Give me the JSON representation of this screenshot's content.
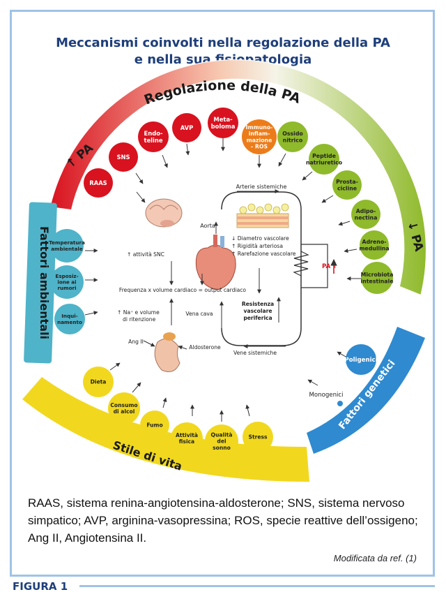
{
  "title": {
    "line1": "Meccanismi coinvolti nella regolazione della PA",
    "line2": "e nella sua fisiopatologia"
  },
  "rings": {
    "top": "Regolazione della PA",
    "left_arrow": "↑ PA",
    "right_arrow": "↓ PA",
    "left": "Fattori ambientali",
    "bottom": "Stile di vita",
    "right": "Fattori genetici"
  },
  "red_nodes": [
    {
      "lines": [
        "RAAS"
      ]
    },
    {
      "lines": [
        "SNS"
      ]
    },
    {
      "lines": [
        "Endo-",
        "teline"
      ]
    },
    {
      "lines": [
        "AVP"
      ]
    },
    {
      "lines": [
        "Meta-",
        "boloma"
      ]
    }
  ],
  "orange_node": {
    "lines": [
      "Immuno-",
      "inflam-",
      "mazione",
      "- ROS"
    ]
  },
  "green_nodes": [
    {
      "lines": [
        "Ossido",
        "nitrico"
      ]
    },
    {
      "lines": [
        "Peptide",
        "natriuretico"
      ]
    },
    {
      "lines": [
        "Prosta-",
        "cicline"
      ]
    },
    {
      "lines": [
        "Adipo-",
        "nectina"
      ]
    },
    {
      "lines": [
        "Adreno-",
        "medullina"
      ]
    },
    {
      "lines": [
        "Microbiota",
        "intestinale"
      ]
    }
  ],
  "env_nodes": [
    {
      "lines": [
        "Temperatura",
        "ambientale"
      ]
    },
    {
      "lines": [
        "Esposiz-",
        "ione ai",
        "rumori"
      ]
    },
    {
      "lines": [
        "Inqui-",
        "namento"
      ]
    }
  ],
  "life_nodes": [
    {
      "lines": [
        "Dieta"
      ]
    },
    {
      "lines": [
        "Consumo",
        "di alcol"
      ]
    },
    {
      "lines": [
        "Fumo"
      ]
    },
    {
      "lines": [
        "Attività",
        "fisica"
      ]
    },
    {
      "lines": [
        "Qualità",
        "del",
        "sonno"
      ]
    },
    {
      "lines": [
        "Stress"
      ]
    }
  ],
  "genetic": {
    "poligenici": "Poligenici",
    "monogenici": "Monogenici"
  },
  "center": {
    "arterie": "Arterie sistemiche",
    "aorta": "Aorta",
    "vascular": [
      "↓ Diametro vascolare",
      "↑ Rigidità arteriosa",
      "↑ Rarefazione vascolare"
    ],
    "snc": "↑ attività SNC",
    "pa": "PA ↑",
    "frequenza": "Frequenza x volume cardiaco = output cardiaco",
    "resistenza": [
      "Resistenza",
      "vascolare",
      "periferica"
    ],
    "na": [
      "↑ Na⁺ e volume",
      "di ritenzione"
    ],
    "vena_cava": "Vena cava",
    "ang": "Ang II",
    "aldosterone": "Aldosterone",
    "vene": "Vene sistemiche"
  },
  "caption": "RAAS, sistema renina-angiotensina-aldosterone; SNS, sistema nervoso simpatico; AVP, arginina-vasopressina; ROS, specie reattive dell’ossigeno; Ang II, Angiotensina II.",
  "source": "Modificata da ref. (1)",
  "figure_label": "FIGURA 1",
  "colors": {
    "red": "#d9121f",
    "orange": "#ec7c1a",
    "green": "#8fba2b",
    "teal": "#4fb3c9",
    "yellow": "#f1d81f",
    "blue": "#2f8ad0",
    "title": "#1e3f7a"
  }
}
